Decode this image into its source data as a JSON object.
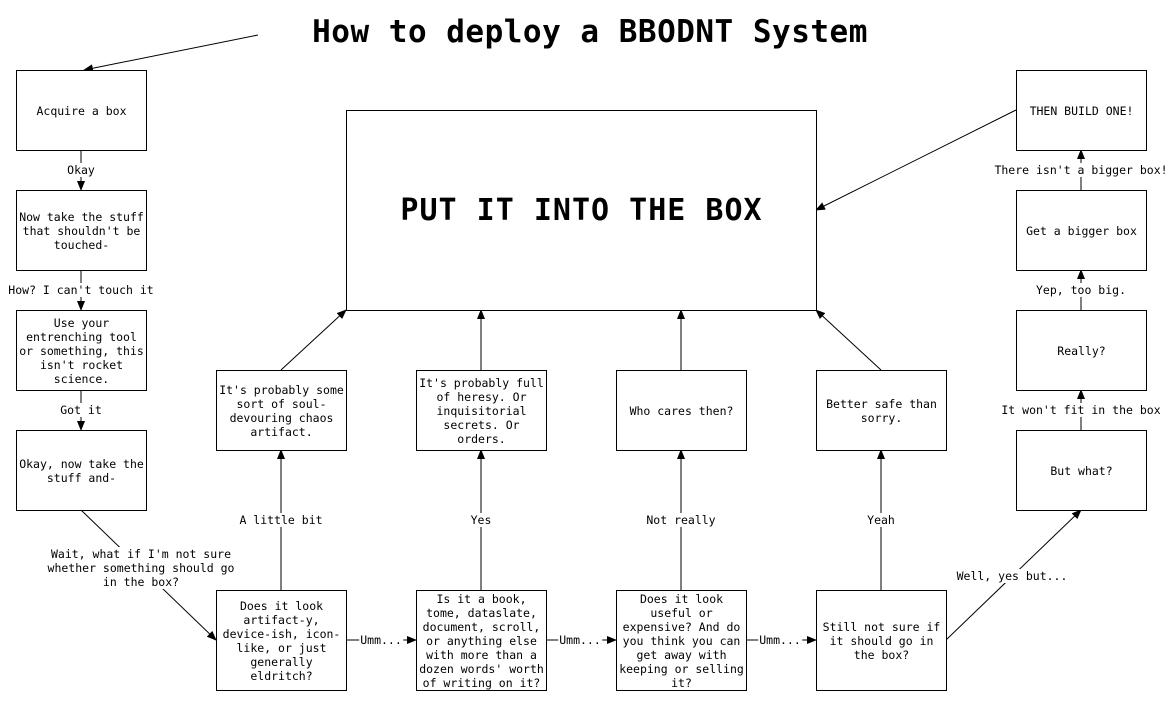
{
  "title": "How to deploy a BBODNT System",
  "nodes": {
    "acquire": "Acquire a box",
    "take_stuff": "Now take the stuff that shouldn't be touched-",
    "entrenching": "Use your entrenching tool or something, this isn't rocket science.",
    "take_stuff_and": "Okay, now take the stuff and-",
    "put_in_box": "PUT IT INTO THE BOX",
    "artifact_q": "Does it look artifact-y, device-ish, icon-like, or just generally eldritch?",
    "book_q": "Is it a book, tome, dataslate, document, scroll, or anything else with more than a dozen words' worth of writing on it?",
    "useful_q": "Does it look useful or expensive? And do you think you can get away with keeping or selling it?",
    "still_unsure": "Still not sure if it should go in the box?",
    "chaos_artifact": "It's probably some sort of soul-devouring chaos artifact.",
    "heresy": "It's probably full of heresy. Or inquisitorial secrets. Or orders.",
    "who_cares": "Who cares then?",
    "better_safe": "Better safe than sorry.",
    "but_what": "But what?",
    "really": "Really?",
    "bigger_box": "Get a bigger box",
    "build_one": "THEN BUILD ONE!"
  },
  "edge_labels": {
    "okay": "Okay",
    "how": "How? I can't touch it",
    "got_it": "Got it",
    "wait": "Wait, what if I'm not sure whether something should go in the box?",
    "little_bit": "A little bit",
    "yes": "Yes",
    "not_really": "Not really",
    "yeah": "Yeah",
    "umm1": "Umm...",
    "umm2": "Umm...",
    "umm3": "Umm...",
    "well_yes": "Well, yes but...",
    "wont_fit": "It won't fit in the box",
    "too_big": "Yep, too big.",
    "no_bigger": "There isn't a bigger box!"
  }
}
